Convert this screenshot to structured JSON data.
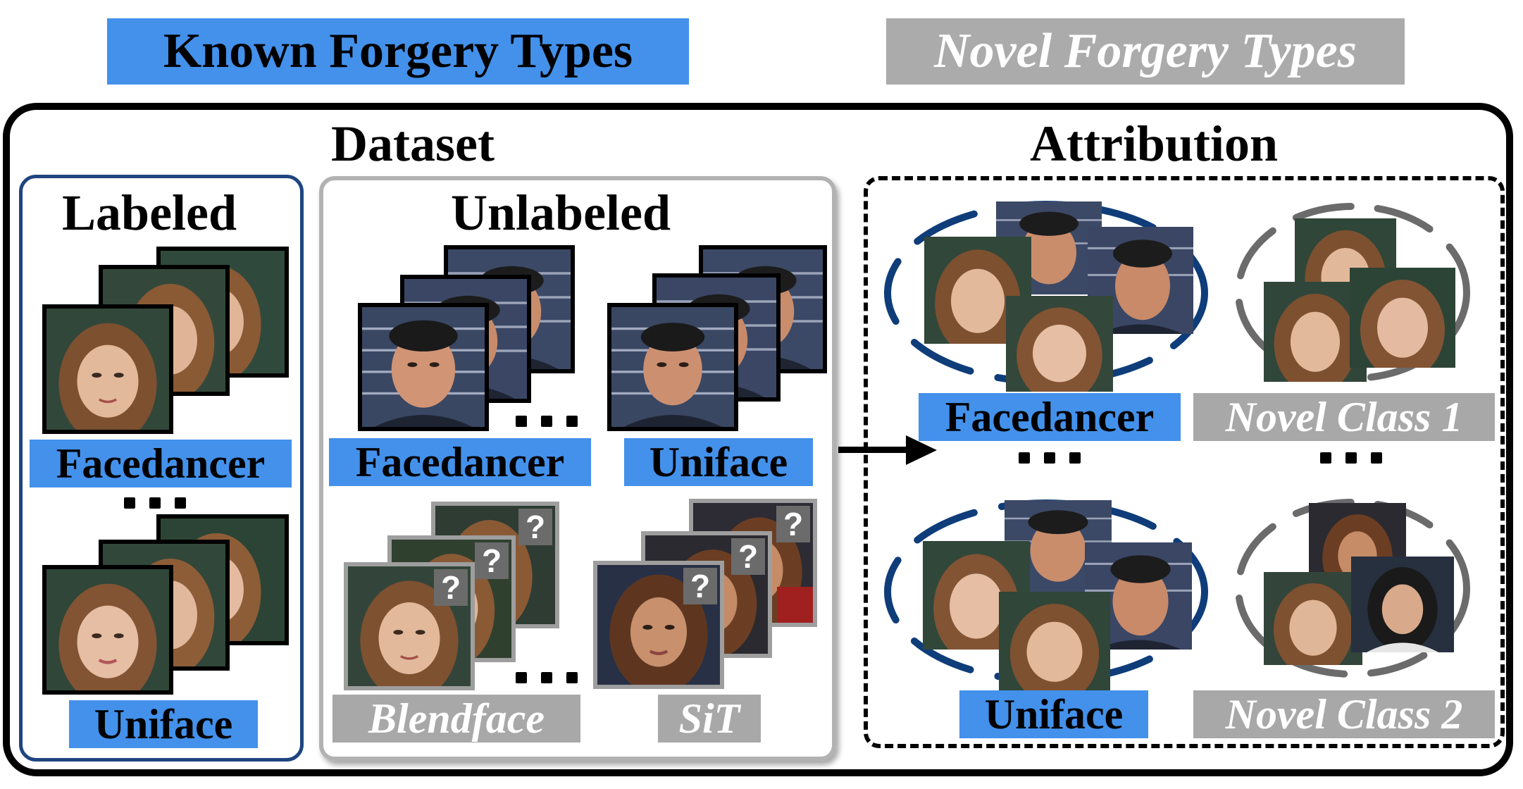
{
  "headers": {
    "known": "Known Forgery Types",
    "novel": "Novel Forgery Types"
  },
  "sections": {
    "dataset": "Dataset",
    "attribution": "Attribution"
  },
  "labeled": {
    "title": "Labeled",
    "groups": [
      "Facedancer",
      "Uniface"
    ]
  },
  "unlabeled": {
    "title": "Unlabeled",
    "known_groups": [
      "Facedancer",
      "Uniface"
    ],
    "novel_groups": [
      "Blendface",
      "SiT"
    ],
    "unknown_mark": "?"
  },
  "attribution": {
    "known_classes": [
      "Facedancer",
      "Uniface"
    ],
    "novel_classes": [
      "Novel Class 1",
      "Novel Class 2"
    ]
  },
  "colors": {
    "known_accent": "#4391eb",
    "novel_accent": "#ababab",
    "labeled_border": "#1f4580",
    "known_cluster": "#0f3d7a",
    "novel_cluster": "#6b6b6b"
  },
  "icons": [
    "arrow-right-icon",
    "question-mark-icon",
    "ellipsis-icon"
  ]
}
